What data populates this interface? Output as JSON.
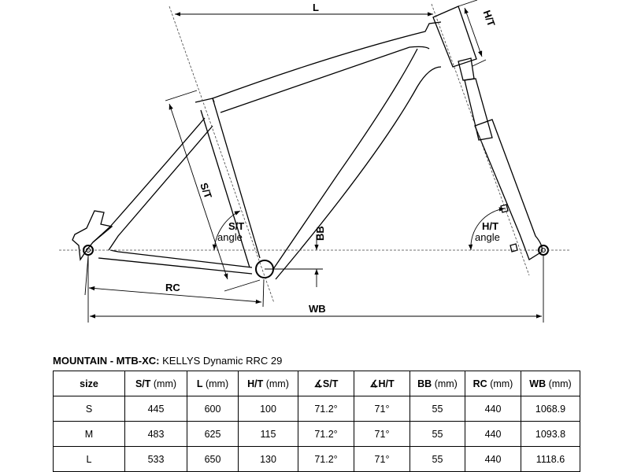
{
  "diagram": {
    "labels": {
      "l": "L",
      "ht": "H/T",
      "st": "S/T",
      "st_angle_1": "S/T",
      "st_angle_2": "angle",
      "ht_angle_1": "H/T",
      "ht_angle_2": "angle",
      "bb": "BB",
      "rc": "RC",
      "wb": "WB"
    }
  },
  "table": {
    "title_bold": "MOUNTAIN - MTB-XC:",
    "title_rest": " KELLYS Dynamic RRC 29",
    "headers": [
      {
        "bold": "size",
        "unit": ""
      },
      {
        "bold": "S/T",
        "unit": " (mm)"
      },
      {
        "bold": "L",
        "unit": " (mm)"
      },
      {
        "bold": "H/T",
        "unit": " (mm)"
      },
      {
        "bold": "∡S/T",
        "unit": ""
      },
      {
        "bold": "∡H/T",
        "unit": ""
      },
      {
        "bold": "BB",
        "unit": " (mm)"
      },
      {
        "bold": "RC",
        "unit": " (mm)"
      },
      {
        "bold": "WB",
        "unit": " (mm)"
      }
    ],
    "rows": [
      [
        "S",
        "445",
        "600",
        "100",
        "71.2°",
        "71°",
        "55",
        "440",
        "1068.9"
      ],
      [
        "M",
        "483",
        "625",
        "115",
        "71.2°",
        "71°",
        "55",
        "440",
        "1093.8"
      ],
      [
        "L",
        "533",
        "650",
        "130",
        "71.2°",
        "71°",
        "55",
        "440",
        "1118.6"
      ]
    ]
  }
}
